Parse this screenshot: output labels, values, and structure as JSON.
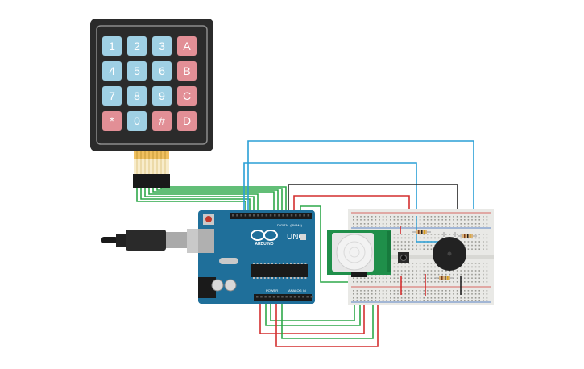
{
  "keypad": {
    "keys": [
      "1",
      "2",
      "3",
      "A",
      "4",
      "5",
      "6",
      "B",
      "7",
      "8",
      "9",
      "C",
      "*",
      "0",
      "#",
      "D"
    ],
    "digit_color": "#9fd0e4",
    "letter_color": "#e28f96",
    "body_color": "#2b2b2b"
  },
  "arduino": {
    "logo_text": "ARDUINO",
    "model_text": "UNO",
    "digital_label": "DIGITAL (PWM~)",
    "power_label": "POWER",
    "analog_label": "ANALOG IN",
    "board_color": "#1f6f9a"
  },
  "breadboard": {
    "body_color": "#e9e9e6",
    "rail_red": "#d23b35",
    "rail_blue": "#2a62b8"
  },
  "pir_sensor": {
    "board_color": "#1f8f4a",
    "dome_color": "#f2f2f2"
  },
  "buzzer": {
    "color": "#222222"
  },
  "wires": {
    "green": "#2ea84a",
    "red": "#d32f2f",
    "blue": "#2a9fd6",
    "black": "#222222"
  }
}
